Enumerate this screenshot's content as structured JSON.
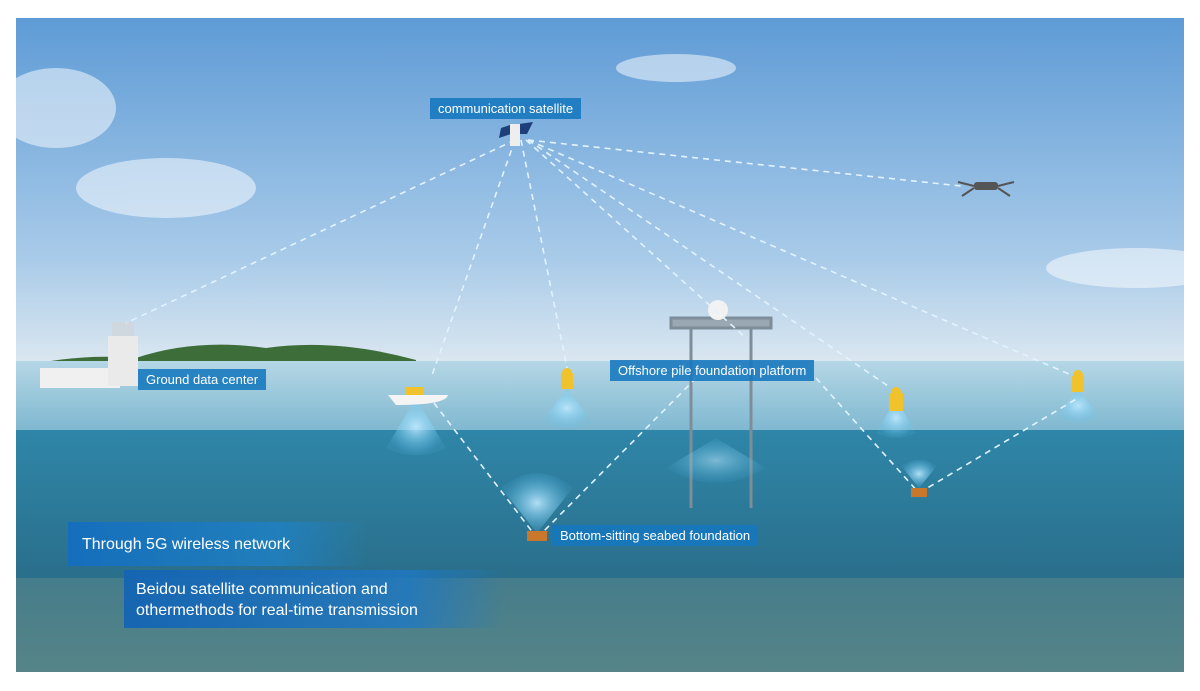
{
  "labels": {
    "satellite": "communication satellite",
    "ground": "Ground data center",
    "platform": "Offshore pile foundation platform",
    "seabed": "Bottom-sitting seabed foundation"
  },
  "panels": {
    "network": "Through 5G wireless network",
    "beidou_line1": "Beidou satellite communication and",
    "beidou_line2": "othermethods for real-time transmission"
  },
  "colors": {
    "label_bg": "#1678be",
    "link": "#d8f0ff",
    "sky_top": "#6aa3d8",
    "sea": "#3f8fb0"
  }
}
